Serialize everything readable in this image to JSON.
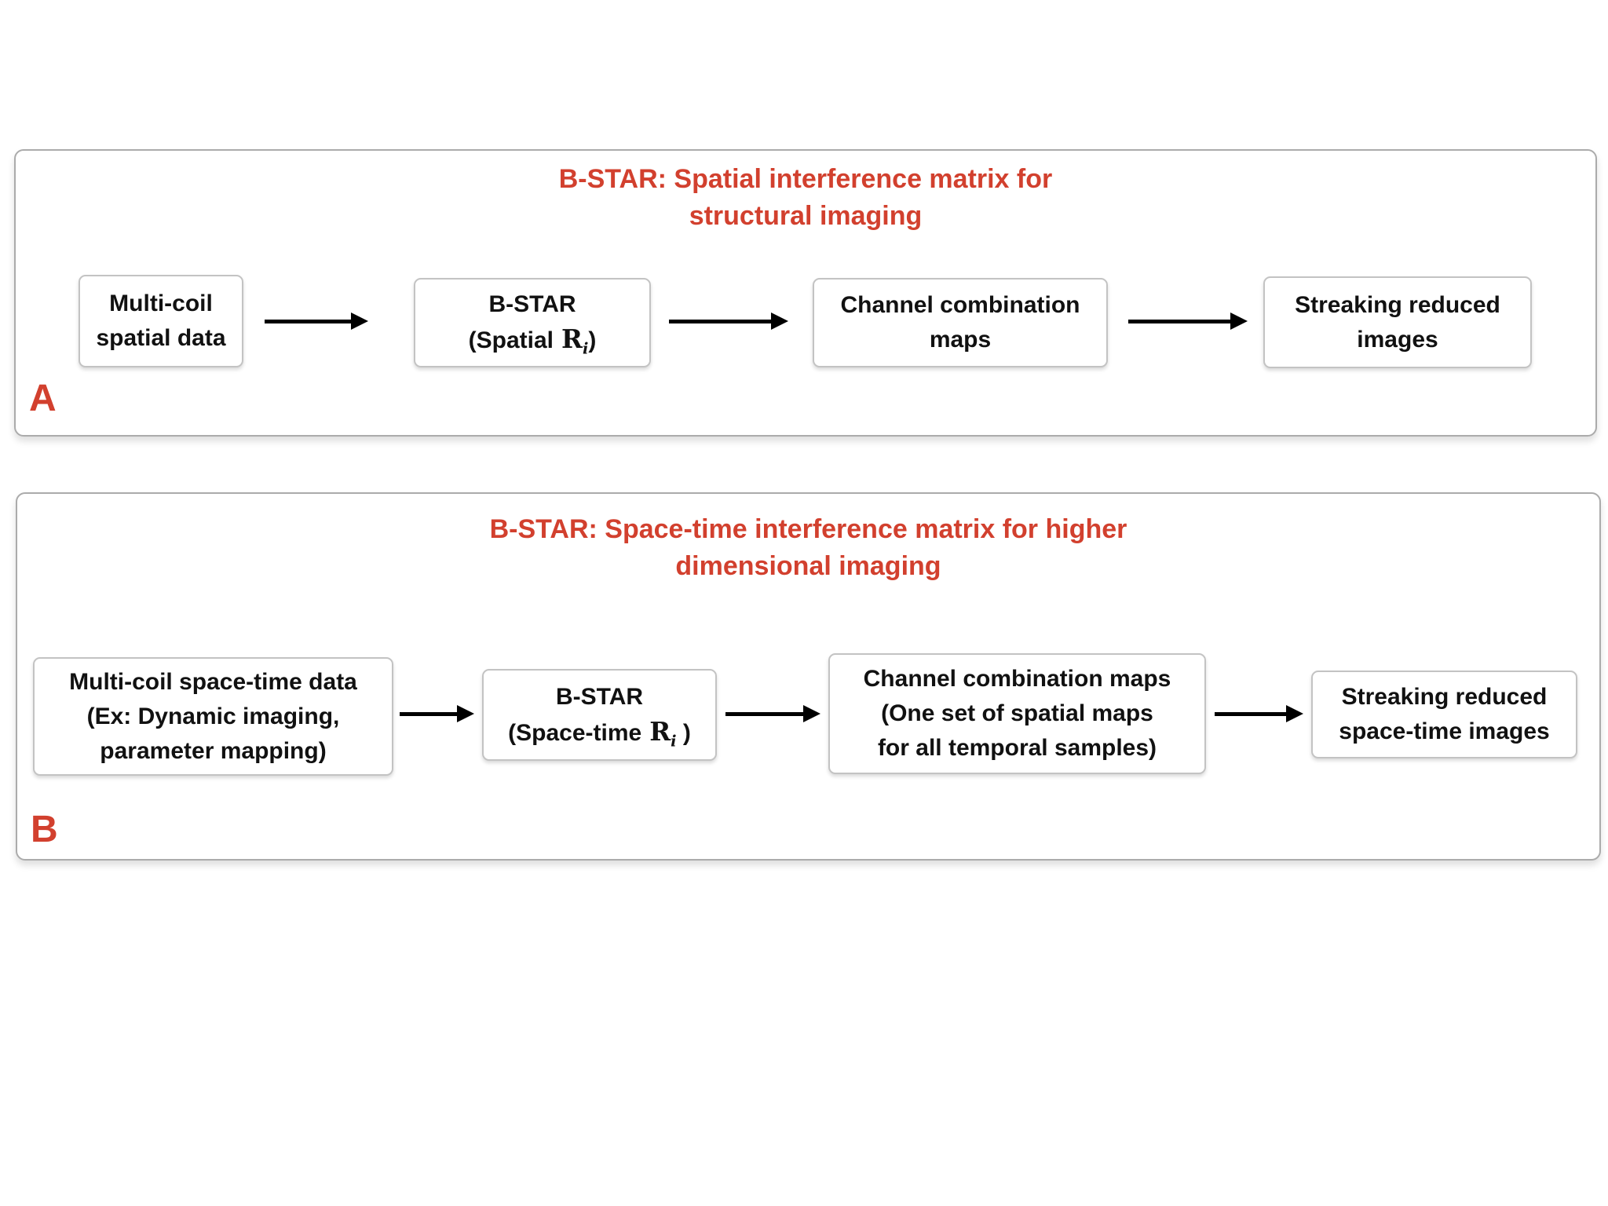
{
  "colors": {
    "accent_red": "#d2402e",
    "box_border": "#c3c3c3",
    "panel_border": "#ababab",
    "arrow": "#000000",
    "text": "#111111"
  },
  "panel_a": {
    "label": "A",
    "title": {
      "line1": "B-STAR: Spatial interference matrix for",
      "line2": "structural imaging"
    },
    "boxes": {
      "input": {
        "line1": "Multi-coil",
        "line2": "spatial data"
      },
      "bstar": {
        "line1": "B-STAR",
        "pre": "(Spatial",
        "symbol": "R",
        "subscript": "i",
        "post": ")"
      },
      "maps": {
        "line1": "Channel combination",
        "line2": "maps"
      },
      "output": {
        "line1": "Streaking reduced",
        "line2": "images"
      }
    }
  },
  "panel_b": {
    "label": "B",
    "title": {
      "line1": "B-STAR: Space-time interference matrix for higher",
      "line2": "dimensional imaging"
    },
    "boxes": {
      "input": {
        "line1": "Multi-coil space-time data",
        "line2": "(Ex: Dynamic imaging,",
        "line3": "parameter mapping)"
      },
      "bstar": {
        "line1": "B-STAR",
        "pre": "(Space-time",
        "symbol": "R",
        "subscript": "i",
        "post": " )"
      },
      "maps": {
        "line1": "Channel combination maps",
        "line2": "(One set of spatial maps",
        "line3": "for all temporal samples)"
      },
      "output": {
        "line1": "Streaking reduced",
        "line2": "space-time images"
      }
    }
  }
}
